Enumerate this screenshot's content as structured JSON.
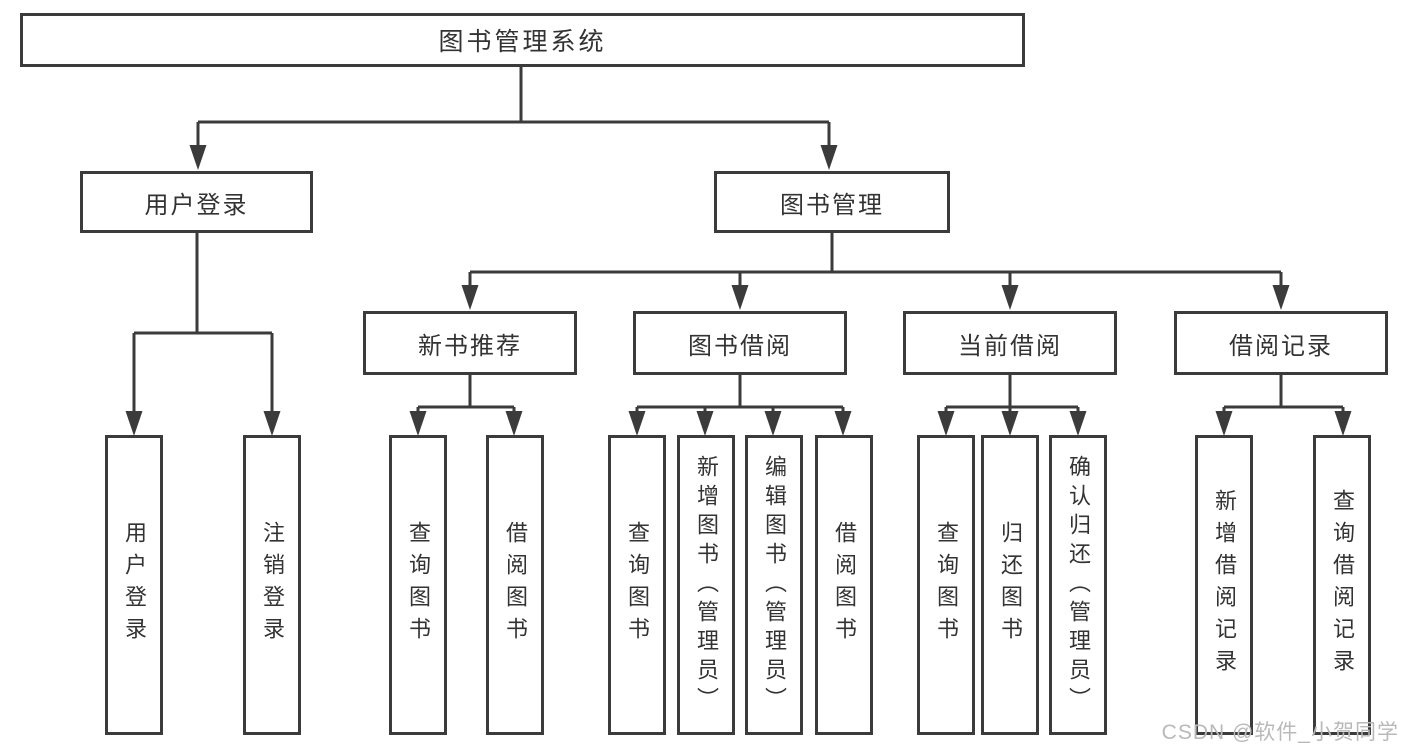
{
  "diagram_type": "hierarchy-tree",
  "nodes": {
    "root": {
      "label": "图书管理系统"
    },
    "user_login": {
      "label": "用户登录"
    },
    "book_mgmt": {
      "label": "图书管理"
    },
    "new_book": {
      "label": "新书推荐"
    },
    "book_borrow": {
      "label": "图书借阅"
    },
    "current_borrow": {
      "label": "当前借阅"
    },
    "borrow_records": {
      "label": "借阅记录"
    },
    "leaf_user_login": {
      "label": "用户登录"
    },
    "leaf_logout": {
      "label": "注销登录"
    },
    "leaf_nb_query": {
      "label": "查询图书"
    },
    "leaf_nb_borrow": {
      "label": "借阅图书"
    },
    "leaf_bb_query": {
      "label": "查询图书"
    },
    "leaf_bb_add": {
      "label": "新增图书（管理员）"
    },
    "leaf_bb_edit": {
      "label": "编辑图书（管理员）"
    },
    "leaf_bb_borrow": {
      "label": "借阅图书"
    },
    "leaf_cb_query": {
      "label": "查询图书"
    },
    "leaf_cb_return": {
      "label": "归还图书"
    },
    "leaf_cb_confirm": {
      "label": "确认归还（管理员）"
    },
    "leaf_br_add": {
      "label": "新增借阅记录"
    },
    "leaf_br_query": {
      "label": "查询借阅记录"
    }
  },
  "structure": {
    "图书管理系统": {
      "用户登录": [
        "用户登录",
        "注销登录"
      ],
      "图书管理": {
        "新书推荐": [
          "查询图书",
          "借阅图书"
        ],
        "图书借阅": [
          "查询图书",
          "新增图书（管理员）",
          "编辑图书（管理员）",
          "借阅图书"
        ],
        "当前借阅": [
          "查询图书",
          "归还图书",
          "确认归还（管理员）"
        ],
        "借阅记录": [
          "新增借阅记录",
          "查询借阅记录"
        ]
      }
    }
  },
  "watermark": "CSDN @软件_小贺同学",
  "colors": {
    "line": "#3b3b3b",
    "box_border": "#3b3b3b",
    "box_background": "#ffffff",
    "text": "#333333",
    "watermark": "#b9b9b9"
  }
}
